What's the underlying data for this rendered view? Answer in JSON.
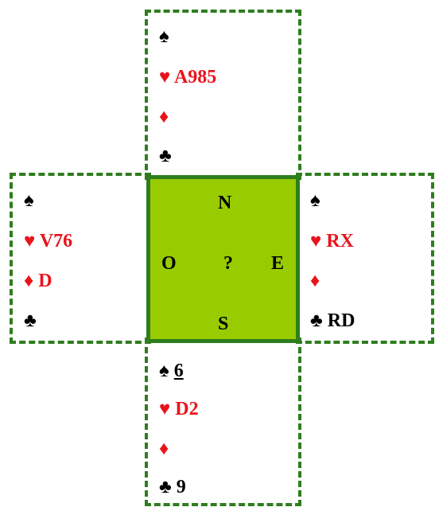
{
  "suits": {
    "spade": "♠",
    "heart": "♥",
    "diamond": "♦",
    "club": "♣"
  },
  "north": {
    "spades": "",
    "hearts": "A985",
    "diamonds": "",
    "clubs": ""
  },
  "west": {
    "spades": "",
    "hearts": "V76",
    "diamonds": "D",
    "clubs": ""
  },
  "east": {
    "spades": "",
    "hearts": "RX",
    "diamonds": "",
    "clubs": "RD"
  },
  "south": {
    "spades": "6",
    "hearts": "D2",
    "diamonds": "",
    "clubs": "9"
  },
  "compass": {
    "north": "N",
    "south": "S",
    "east": "E",
    "west": "O",
    "center": "?"
  },
  "colors": {
    "border_green": "#2e7d1e",
    "table_green": "#99cc00",
    "red_suit": "#e8141c"
  }
}
